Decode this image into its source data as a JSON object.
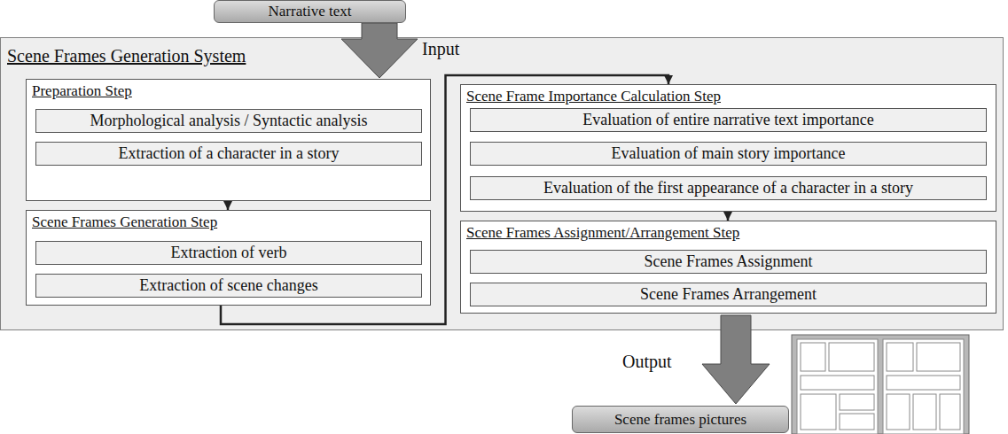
{
  "diagram": {
    "nodes": [
      {
        "text": [
          "Narrative text"
        ]
      },
      {
        "text": [
          "Scene Frames Generation System"
        ]
      },
      {
        "text": [
          "Preparation Step"
        ],
        "in": 1
      },
      {
        "text": [
          "Morphological analysis / Syntactic analysis"
        ],
        "in": 2
      },
      {
        "text": [
          "Extraction of a character in a story"
        ],
        "in": 2
      },
      {
        "text": [
          "Scene Frames Generation Step"
        ],
        "in": 1
      },
      {
        "text": [
          "Extraction of verb"
        ],
        "in": 5
      },
      {
        "text": [
          "Extraction of scene changes"
        ],
        "in": 5
      },
      {
        "text": [
          "Scene Frame Importance Calculation Step"
        ],
        "in": 1
      },
      {
        "text": [
          "Evaluation of entire narrative text importance"
        ],
        "in": 8
      },
      {
        "text": [
          "Evaluation of main story importance"
        ],
        "in": 8
      },
      {
        "text": [
          "Evaluation of the first appearance of a character in a story"
        ],
        "in": 8
      },
      {
        "text": [
          "Scene Frames Assignment/Arrangement Step"
        ],
        "in": 1
      },
      {
        "text": [
          "Scene Frames Assignment"
        ],
        "in": 12
      },
      {
        "text": [
          "Scene Frames Arrangement"
        ],
        "in": 12
      },
      {
        "text": [
          "Scene frames pictures"
        ]
      }
    ],
    "edges": [
      {
        "from": 0,
        "to": 1,
        "label": "Input",
        "arrow": "to"
      },
      {
        "from": 2,
        "to": 5,
        "arrow": "to"
      },
      {
        "from": 5,
        "to": 8,
        "arrow": "to"
      },
      {
        "from": 8,
        "to": 12,
        "arrow": "to"
      },
      {
        "from": 12,
        "to": 15,
        "label": "Output",
        "arrow": "to"
      }
    ]
  }
}
